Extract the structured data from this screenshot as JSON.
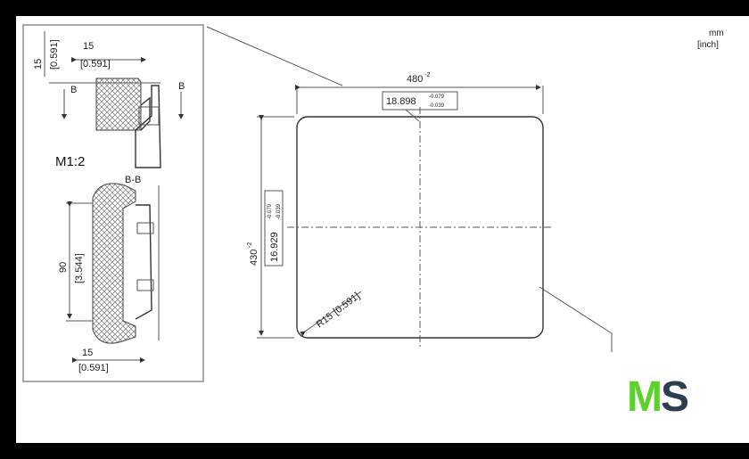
{
  "units": {
    "metric": "mm",
    "imperial": "[inch]"
  },
  "main_view": {
    "width_dim": "480",
    "width_tol": "-2",
    "width_inch": "18.898",
    "width_inch_tol_upper": "-0.079",
    "width_inch_tol_lower": "-0.039",
    "height_dim": "430",
    "height_tol": "-2",
    "height_inch": "16.929",
    "height_inch_tol_upper": "-0.079",
    "height_inch_tol_lower": "-0.039",
    "radius": "R15",
    "radius_inch": "[0.591]"
  },
  "detail": {
    "scale": "M1:2",
    "section_label": "B-B",
    "section_marker": "B",
    "dim15": "15",
    "dim15_inch": "[0.591]",
    "dim90": "90",
    "dim90_inch": "[3.544]"
  },
  "logo": {
    "text_m": "M",
    "text_s": "S",
    "color_m": "#5ad22a",
    "color_s": "#2d3e50"
  },
  "colors": {
    "line": "#555555",
    "background": "#ffffff",
    "frame": "#000000"
  }
}
